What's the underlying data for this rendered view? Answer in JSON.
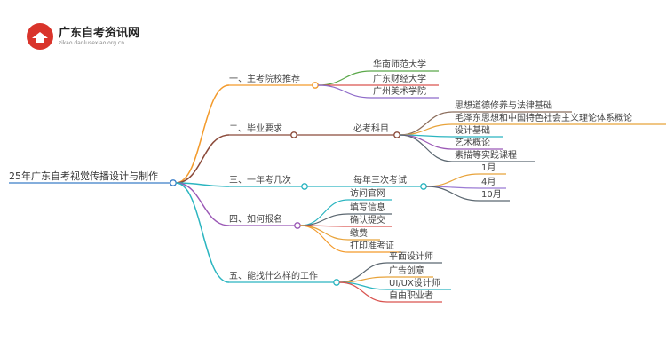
{
  "logo": {
    "title": "广东自考资讯网",
    "url": "zikao.danlusexiao.org.cn"
  },
  "mindmap": {
    "root": "25年广东自考视觉传播设计与制作",
    "branches": [
      {
        "label": "一、主考院校推荐",
        "color": "#f39a2b",
        "children": [
          {
            "label": "华南师范大学",
            "color": "#5ba84a"
          },
          {
            "label": "广东财经大学",
            "color": "#d9534f"
          },
          {
            "label": "广州美术学院",
            "color": "#8e6bc9"
          }
        ]
      },
      {
        "label": "二、毕业要求",
        "color": "#8b4a3a",
        "sub": "必考科目",
        "children": [
          {
            "label": "思想道德修养与法律基础",
            "color": "#8b6d5c"
          },
          {
            "label": "毛泽东思想和中国特色社会主义理论体系概论",
            "color": "#e8a33a"
          },
          {
            "label": "设计基础",
            "color": "#2bb5c0"
          },
          {
            "label": "艺术概论",
            "color": "#9b59b6"
          },
          {
            "label": "素描等实践课程",
            "color": "#5b6770"
          }
        ]
      },
      {
        "label": "三、一年考几次",
        "color": "#2bb5c0",
        "sub": "每年三次考试",
        "children": [
          {
            "label": "1月",
            "color": "#e8a33a"
          },
          {
            "label": "4月",
            "color": "#9b7bd4"
          },
          {
            "label": "10月",
            "color": "#5b6770"
          }
        ]
      },
      {
        "label": "四、如何报名",
        "color": "#9b59b6",
        "children": [
          {
            "label": "访问官网",
            "color": "#2bb5c0"
          },
          {
            "label": "填写信息",
            "color": "#5b6770"
          },
          {
            "label": "确认提交",
            "color": "#d9534f"
          },
          {
            "label": "缴费",
            "color": "#e8a33a"
          },
          {
            "label": "打印准考证",
            "color": "#f39a2b"
          }
        ]
      },
      {
        "label": "五、能找什么样的工作",
        "color": "#2bb5c0",
        "children": [
          {
            "label": "平面设计师",
            "color": "#5b6770"
          },
          {
            "label": "广告创意",
            "color": "#e8a33a"
          },
          {
            "label": "UI/UX设计师",
            "color": "#2bb5c0"
          },
          {
            "label": "自由职业者",
            "color": "#d9534f"
          }
        ]
      }
    ]
  }
}
